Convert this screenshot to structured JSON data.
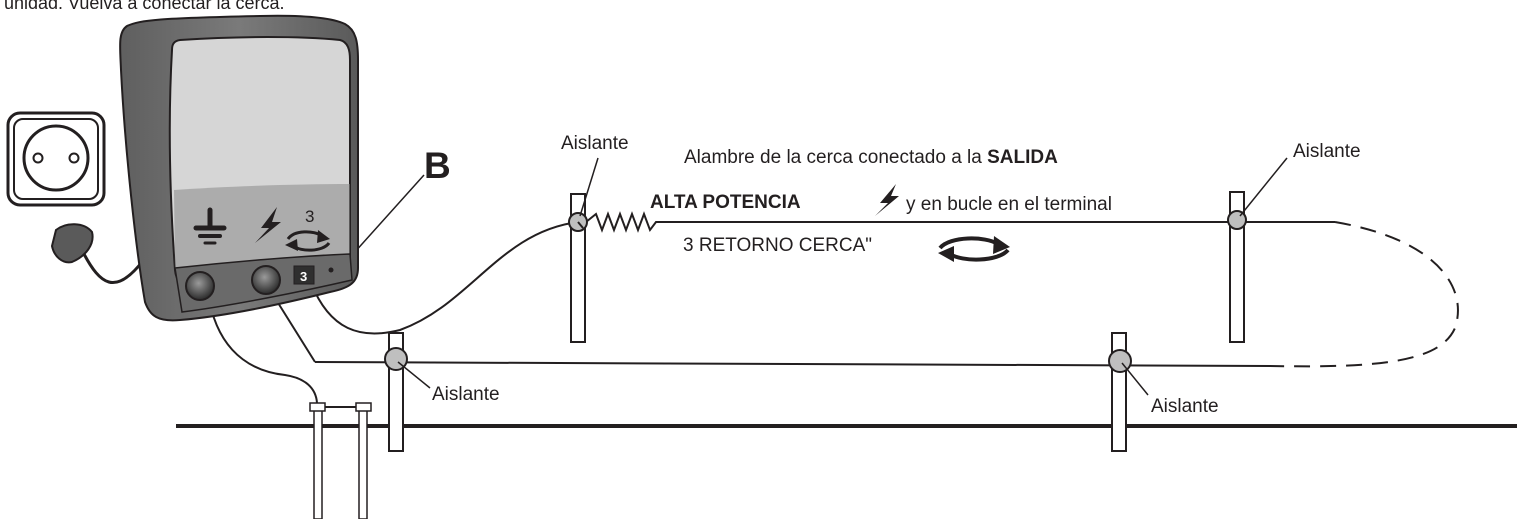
{
  "top_caption": "unidad. Vuelva a conectar la cerca.",
  "energizer": {
    "label_b": "B",
    "terminal_3_label": "3",
    "terminal_3_plate": "3"
  },
  "insulators": {
    "left_top": "Aislante",
    "right_top": "Aislante",
    "left_bottom": "Aislante",
    "right_bottom": "Aislante"
  },
  "description": {
    "line1_prefix": "Alambre de la cerca conectado a la ",
    "line1_bold": "SALIDA",
    "line2_bold": "ALTA POTENCIA",
    "line2_suffix": "y en bucle en el terminal",
    "line3": "3 RETORNO CERCA\""
  },
  "icons": [
    "ground-icon",
    "lightning-icon",
    "return-loop-icon",
    "power-socket-icon",
    "plug-icon"
  ],
  "colors": {
    "ink": "#231f20",
    "housing": "#6d6d6d",
    "panel": "#d6d6d6",
    "insulator": "#bfbfbf"
  }
}
